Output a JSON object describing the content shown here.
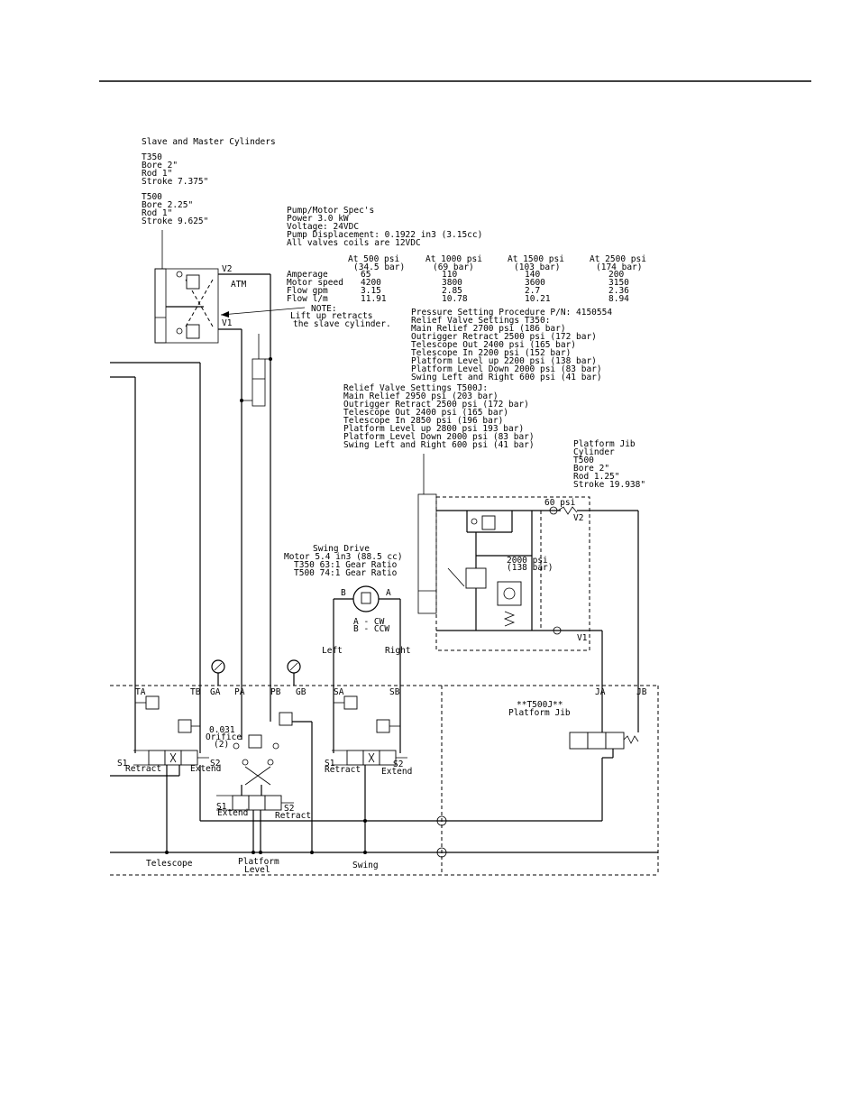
{
  "cylinders_note": {
    "title": "Slave and Master Cylinders",
    "t350": [
      "T350",
      "Bore 2\"",
      "Rod 1\"",
      "Stroke 7.375\""
    ],
    "t500": [
      "T500",
      "Bore 2.25\"",
      "Rod 1\"",
      "Stroke 9.625\""
    ]
  },
  "pump_specs": [
    "Pump/Motor Spec's",
    "Power  3.0 kW",
    "Voltage: 24VDC",
    "Pump Displacement: 0.1922 in3 (3.15cc)",
    "All valves coils are 12VDC"
  ],
  "spec_table": {
    "headers": [
      [
        "At 500 psi",
        "(34.5 bar)"
      ],
      [
        "At 1000 psi",
        "(69 bar)"
      ],
      [
        "At 1500 psi",
        "(103 bar)"
      ],
      [
        "At 2500 psi",
        "(174 bar)"
      ]
    ],
    "rows": [
      {
        "label": "Amperage",
        "values": [
          "65",
          "110",
          "140",
          "200"
        ]
      },
      {
        "label": "Motor speed",
        "values": [
          "4200",
          "3800",
          "3600",
          "3150"
        ]
      },
      {
        "label": "Flow gpm",
        "values": [
          "3.15",
          "2.85",
          "2.7",
          "2.36"
        ]
      },
      {
        "label": "Flow l/m",
        "values": [
          "11.91",
          "10.78",
          "10.21",
          "8.94"
        ]
      }
    ]
  },
  "slave_note": [
    "NOTE:",
    "Lift up retracts",
    "the slave cylinder."
  ],
  "relief_t350": [
    "Pressure Setting Procedure P/N: 4150554",
    "Relief Valve Settings T350:",
    "Main Relief 2700 psi (186 bar)",
    "Outrigger Retract 2500 psi (172 bar)",
    "Telescope Out 2400 psi (165 bar)",
    "Telescope In 2200 psi (152 bar)",
    "Platform Level up 2200 psi (138 bar)",
    "Platform Level Down 2000 psi (83 bar)",
    "Swing Left and Right 600 psi (41 bar)"
  ],
  "relief_t500j": [
    "Relief Valve Settings T500J:",
    "Main Relief 2950 psi (203 bar)",
    "Outrigger Retract 2500 psi (172 bar)",
    "Telescope Out 2400 psi (165 bar)",
    "Telescope In 2850 psi (196 bar)",
    "Platform Level up 2800 psi 193 bar)",
    "Platform Level Down 2000 psi (83 bar)",
    "Swing Left and Right 600 psi (41 bar)"
  ],
  "jib_cylinder": [
    "Platform Jib",
    "Cylinder",
    "T500",
    "Bore 2\"",
    "Rod 1.25\"",
    "Stroke 19.938\""
  ],
  "swing_drive": [
    "Swing Drive",
    "Motor 5.4 in3 (88.5 cc)",
    "T350 63:1 Gear Ratio",
    "T500 74:1 Gear Ratio"
  ],
  "motor_legend": [
    "A - CW",
    "B - CCW"
  ],
  "ports": {
    "v1": "V1",
    "v2": "V2",
    "atm": "ATM",
    "ta": "TA",
    "tb": "TB",
    "ga": "GA",
    "pa": "PA",
    "pb": "PB",
    "gb": "GB",
    "sa": "SA",
    "sb": "SB",
    "ja": "JA",
    "jb": "JB",
    "a": "A",
    "b": "B"
  },
  "labels": {
    "left": "Left",
    "right": "Right",
    "psi60": "60 psi",
    "psi2000": "2000 psi",
    "bar138": "(138 bar)",
    "orifice": [
      "0.031",
      "Orifice",
      "(2)"
    ],
    "jib_section": [
      "**T500J**",
      "Platform Jib"
    ],
    "s1": "S1",
    "s2": "S2",
    "retract": "Retract",
    "extend": "Extend"
  },
  "section_labels": {
    "telescope": "Telescope",
    "platform_level": [
      "Platform",
      "Level"
    ],
    "swing": "Swing"
  }
}
